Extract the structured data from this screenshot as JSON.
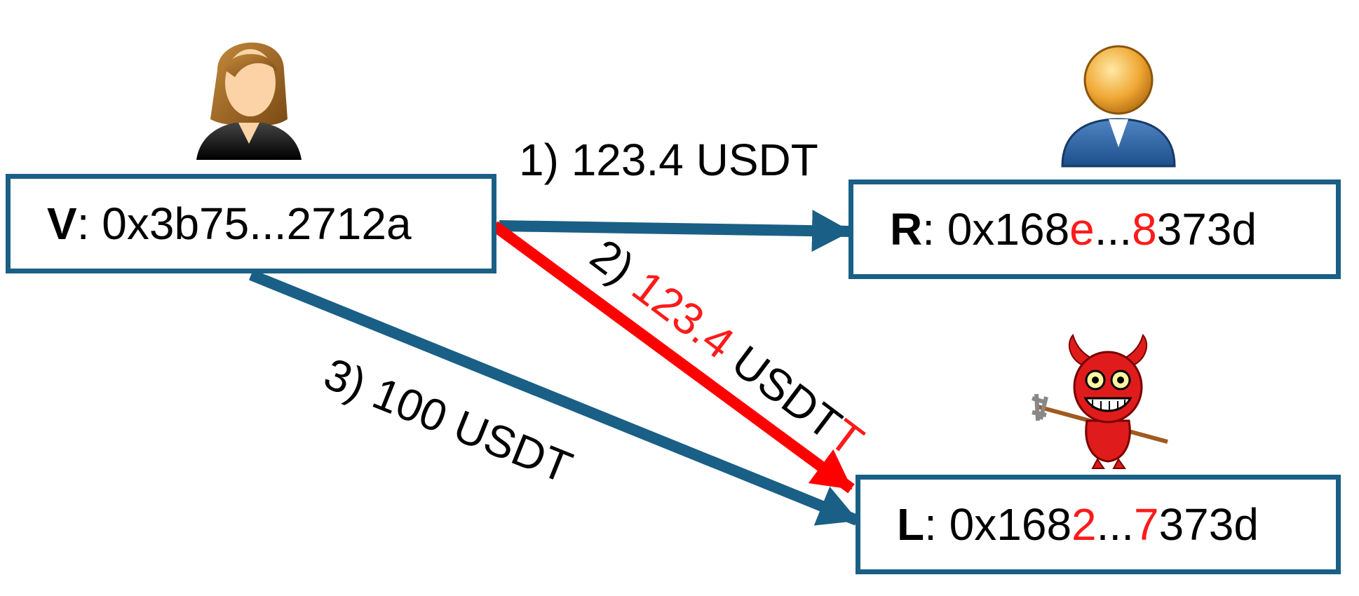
{
  "nodes": {
    "victim": {
      "letter": "V",
      "sep": ": ",
      "addr_pre": "0x3b75...2712a"
    },
    "recipient": {
      "letter": "R",
      "sep": ": ",
      "addr_a": "0x168",
      "addr_h1": "e",
      "addr_b": "...",
      "addr_h2": "8",
      "addr_c": "373d"
    },
    "lure": {
      "letter": "L",
      "sep": ": ",
      "addr_a": "0x168",
      "addr_h1": "2",
      "addr_b": "...",
      "addr_h2": "7",
      "addr_c": "373d"
    }
  },
  "transfers": [
    {
      "step": "1)",
      "amount": "123.4",
      "token": "USDT",
      "token_extra": ""
    },
    {
      "step": "2)",
      "amount": "123.4",
      "token": "USDT",
      "token_extra": "T"
    },
    {
      "step": "3)",
      "amount": "100",
      "token": "USDT",
      "token_extra": ""
    }
  ],
  "colors": {
    "box_border": "#1a5f85",
    "arrow_blue": "#1a5f85",
    "arrow_red": "#ff0000",
    "highlight": "#ff1a1a"
  },
  "icons": {
    "victim": "woman-avatar-icon",
    "recipient": "user-avatar-icon",
    "lure": "devil-icon"
  }
}
